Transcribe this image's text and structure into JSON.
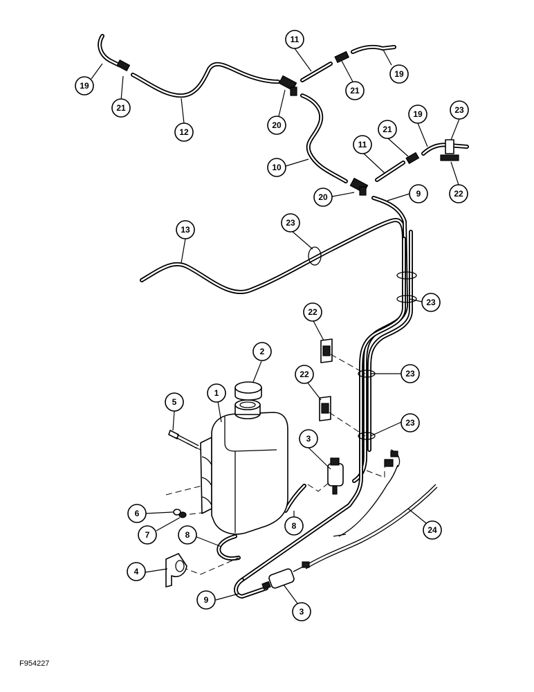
{
  "figure": {
    "figure_id": "F954227",
    "callouts": [
      "19",
      "21",
      "12",
      "20",
      "11",
      "21",
      "19",
      "23",
      "19",
      "21",
      "11",
      "10",
      "20",
      "9",
      "22",
      "13",
      "23",
      "23",
      "22",
      "23",
      "2",
      "22",
      "1",
      "5",
      "3",
      "23",
      "6",
      "7",
      "8",
      "8",
      "24",
      "4",
      "9",
      "3"
    ]
  }
}
